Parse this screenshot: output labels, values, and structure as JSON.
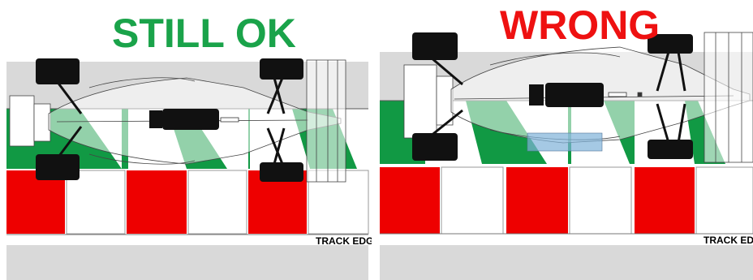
{
  "panels": [
    {
      "verdict": "STILL OK",
      "verdict_color": "#1aa34a",
      "edge_label": "TRACK EDGE"
    },
    {
      "verdict": "WRONG",
      "verdict_color": "#ee1111",
      "edge_label": "TRACK EDGE"
    }
  ],
  "colors": {
    "curb_green": "#119944",
    "curb_red": "#ee0000",
    "curb_white": "#ffffff",
    "track_gray": "#d9d9d9",
    "tyre": "#111111",
    "highlight": "#7fb2d9"
  }
}
